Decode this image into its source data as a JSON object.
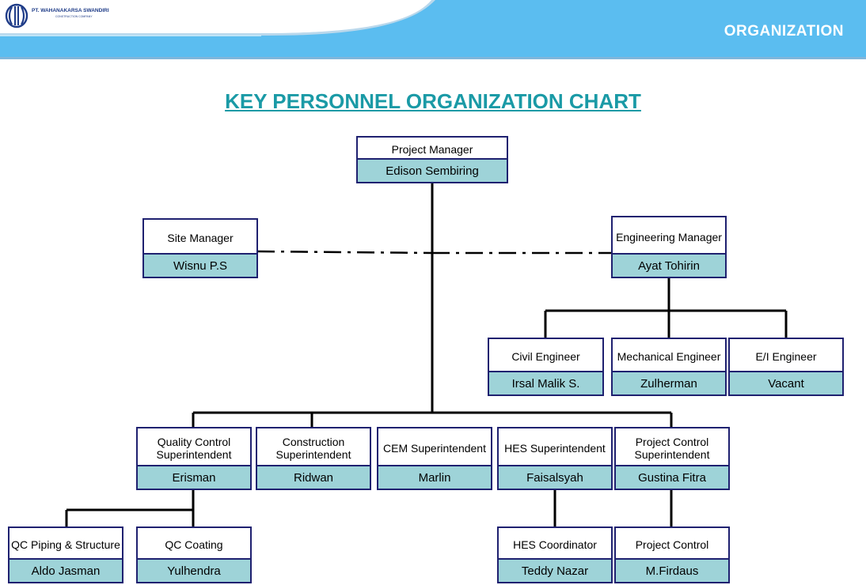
{
  "header": {
    "company": "PT. WAHANAKARSA SWANDIRI",
    "company_sub": "CONSTRUCTION COMPANY",
    "section": "ORGANIZATION",
    "colors": {
      "band": "#5bbdf0",
      "band_dark": "#3a8ec8",
      "title": "#1a9aa6",
      "name_fill": "#9ed3d8",
      "border": "#1f2170"
    },
    "icons": [
      "company-logo-icon"
    ]
  },
  "chart": {
    "title": "KEY PERSONNEL ORGANIZATION CHART",
    "nodes": {
      "pm": {
        "role": "Project Manager",
        "name": "Edison Sembiring"
      },
      "sm": {
        "role": "Site Manager",
        "name": "Wisnu P.S"
      },
      "em": {
        "role": "Engineering Manager",
        "name": "Ayat Tohirin"
      },
      "civil": {
        "role": "Civil Engineer",
        "name": "Irsal Malik S."
      },
      "mech": {
        "role": "Mechanical Engineer",
        "name": "Zulherman"
      },
      "ei": {
        "role": "E/I Engineer",
        "name": "Vacant"
      },
      "qcs": {
        "role": "Quality Control Superintendent",
        "name": "Erisman"
      },
      "cs": {
        "role": "Construction Superintendent",
        "name": "Ridwan"
      },
      "cem": {
        "role": "CEM Superintendent",
        "name": "Marlin"
      },
      "hes": {
        "role": "HES Superintendent",
        "name": "Faisalsyah"
      },
      "pcs": {
        "role": "Project Control Superintendent",
        "name": "Gustina Fitra"
      },
      "qcp": {
        "role": "QC Piping & Structure",
        "name": "Aldo Jasman"
      },
      "qcc": {
        "role": "QC Coating",
        "name": "Yulhendra"
      },
      "hesc": {
        "role": "HES Coordinator",
        "name": "Teddy Nazar"
      },
      "pc": {
        "role": "Project Control",
        "name": "M.Firdaus"
      }
    }
  }
}
